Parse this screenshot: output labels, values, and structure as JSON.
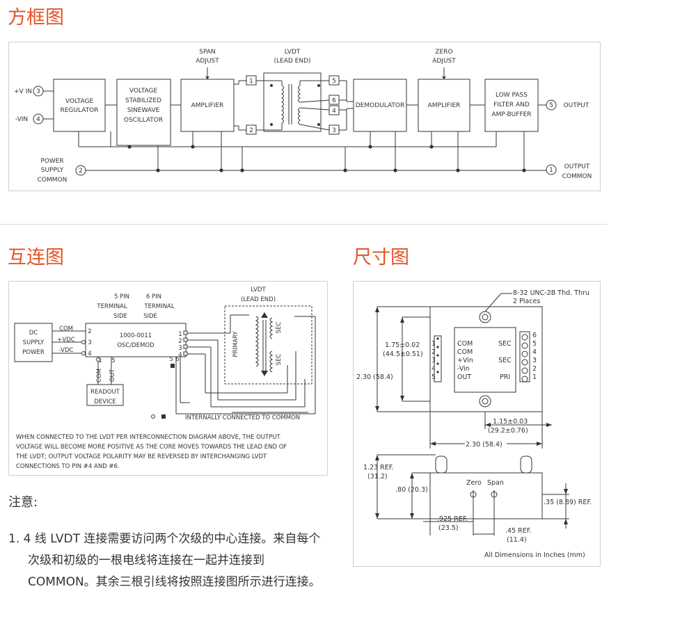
{
  "sections": {
    "block_diagram_title": "方框图",
    "interconnect_title": "互连图",
    "dimension_title": "尺寸图"
  },
  "block_diagram": {
    "plus_vin": "+V IN",
    "minus_vin": "-VIN",
    "pin3": "3",
    "pin4": "4",
    "pin2": "2",
    "pin5": "5",
    "pin1": "1",
    "power_common": [
      "POWER",
      "SUPPLY",
      "COMMON"
    ],
    "voltage_regulator": [
      "VOLTAGE",
      "REGULATOR"
    ],
    "oscillator": [
      "VOLTAGE",
      "STABILIZED",
      "SINEWAVE",
      "OSCILLATOR"
    ],
    "span_adjust": [
      "SPAN",
      "ADJUST"
    ],
    "amplifier1": "AMPLIFIER",
    "lvdt_label": [
      "LVDT",
      "(LEAD END)"
    ],
    "lvdt_pins": [
      "1",
      "2",
      "5",
      "6",
      "4",
      "3"
    ],
    "demodulator": "DEMODULATOR",
    "zero_adjust": [
      "ZERO",
      "ADJUST"
    ],
    "amplifier2": "AMPLIFIER",
    "low_pass": [
      "LOW PASS",
      "FILTER AND",
      "AMP-BUFFER"
    ],
    "output": "OUTPUT",
    "output_common": [
      "OUTPUT",
      "COMMON"
    ]
  },
  "interconnect": {
    "five_pin": [
      "5 PIN",
      "TERMINAL",
      "SIDE"
    ],
    "six_pin": [
      "6 PIN",
      "TERMINAL",
      "SIDE"
    ],
    "lvdt_label": [
      "LVDT",
      "(LEAD END)"
    ],
    "dc_supply": [
      "DC",
      "SUPPLY",
      "POWER"
    ],
    "com": "COM",
    "plus_vdc": "+VDC",
    "minus_vdc": "-VDC",
    "module_name": [
      "1000-0011",
      "OSC/DEMOD"
    ],
    "left_pins": [
      "2",
      "3",
      "4"
    ],
    "bottom_pins": [
      "1",
      "5"
    ],
    "right_pins": [
      "1",
      "2",
      "3",
      "4"
    ],
    "right_bottom_pins": [
      "5",
      "6"
    ],
    "com_out": [
      "COM",
      "OUT"
    ],
    "readout": [
      "READOUT",
      "DEVICE"
    ],
    "primary": "PRIMARY",
    "sec": "SEC",
    "legend": "INTERNALLY CONNECTED TO COMMON",
    "paragraph": [
      "WHEN CONNECTED TO THE LVDT PER INTERCONNECTION DIAGRAM ABOVE, THE OUTPUT",
      "VOLTAGE WILL BECOME MORE POSITIVE AS THE CORE MOVES TOWARDS THE LEAD END OF",
      "THE LVDT; OUTPUT VOLTAGE POLARITY MAY BE REVERSED BY INTERCHANGING LVDT",
      "CONNECTIONS TO PIN #4 AND #6."
    ]
  },
  "dimensions": {
    "thread_note": [
      "8-32 UNC-2B Thd. Thru",
      "2 Places"
    ],
    "dim_175": [
      "1.75±0.02",
      "(44.5±0.51)"
    ],
    "dim_230_vert": "2.30 (58.4)",
    "left_labels": [
      "1",
      "2",
      "3",
      "4",
      "5"
    ],
    "left_names": [
      "COM",
      "COM",
      "+Vin",
      "-Vin",
      "OUT"
    ],
    "right_labels": [
      "6",
      "5",
      "4",
      "3",
      "2",
      "1"
    ],
    "sec1": "SEC",
    "sec2": "SEC",
    "pri": "PRI",
    "dim_115": [
      "1.15±0.03",
      "(29.2±0.76)"
    ],
    "dim_230_horiz": "2.30 (58.4)",
    "dim_123": [
      "1.23 REF.",
      "(31.2)"
    ],
    "dim_80": ".80 (20.3)",
    "zero": "Zero",
    "span": "Span",
    "dim_35": ".35 (8.89) REF.",
    "dim_925": [
      ".925 REF.",
      "(23.5)"
    ],
    "dim_45": [
      ".45 REF.",
      "(11.4)"
    ],
    "footer": "All Dimensions in Inches (mm)"
  },
  "notes": {
    "title": "注意:",
    "items": [
      "1. 4 线 LVDT 连接需要访问两个次级的中心连接。来自每个次级和初级的一根电线将连接在一起并连接到 COMMON。其余三根引线将按照连接图所示进行连接。"
    ]
  },
  "colors": {
    "accent": "#e4542a",
    "line": "#333333",
    "border": "#cfcfcf"
  }
}
